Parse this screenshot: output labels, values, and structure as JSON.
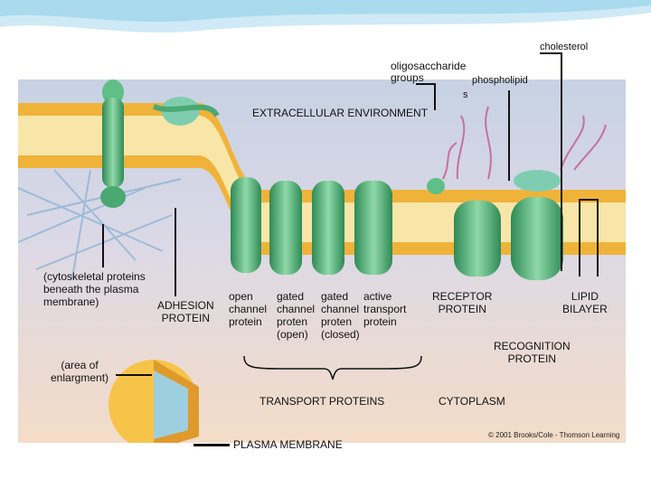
{
  "labels": {
    "cholesterol": "cholesterol",
    "oligosaccharide_line1": "oligosaccharide",
    "oligosaccharide_line2": "groups",
    "phospholipid_line1": "phospholipid",
    "phospholipid_line2": "s",
    "extracellular": "EXTRACELLULAR ENVIRONMENT",
    "cytoskeletal": "(cytoskeletal proteins\nbeneath the plasma\nmembrane)",
    "adhesion": "ADHESION\nPROTEIN",
    "open_channel": "open\nchannel\nprotein",
    "gated_open": "gated\nchannel\nproten\n(open)",
    "gated_closed": "gated\nchannel\nproten\n(closed)",
    "active_transport": "active\ntransport\nprotein",
    "receptor": "RECEPTOR\nPROTEIN",
    "lipid_bilayer": "LIPID\nBILAYER",
    "recognition": "RECOGNITION\nPROTEIN",
    "area_enlargement": "(area of\nenlargment)",
    "transport_proteins": "TRANSPORT PROTEINS",
    "cytoplasm": "CYTOPLASM",
    "plasma_membrane": "PLASMA MEMBRANE",
    "copyright": "© 2001 Brooks/Cole - Thomson Learning"
  },
  "colors": {
    "extracellular_bg": "#d6dde9",
    "cytoplasm_bg": "#f2d9c8",
    "lipid_head": "#f0b33a",
    "lipid_tail": "#f7e6a8",
    "protein_green": "#5fbf86",
    "protein_dark": "#2f8a55",
    "oligosaccharide": "#c96fa0",
    "header_wave": "#9fd6ec"
  }
}
